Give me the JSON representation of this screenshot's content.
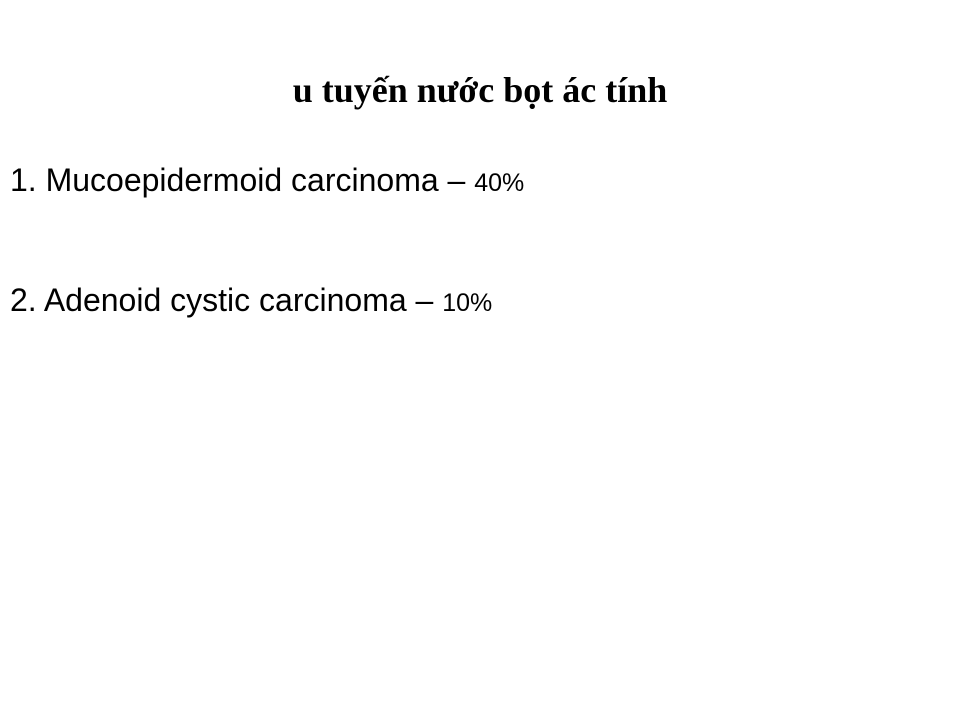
{
  "slide": {
    "title": "u tuyến nước bọt ác tính",
    "items": [
      {
        "label": "1. Mucoepidermoid carcinoma –",
        "value": "40%"
      },
      {
        "label": "2. Adenoid cystic carcinoma –",
        "value": "10%"
      }
    ]
  }
}
